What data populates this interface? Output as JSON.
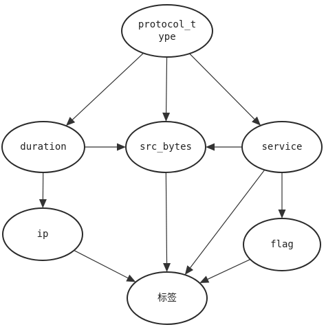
{
  "diagram": {
    "nodes": [
      {
        "id": "protocol_type",
        "lines": [
          "protocol_t",
          "ype"
        ]
      },
      {
        "id": "duration",
        "lines": [
          "duration"
        ]
      },
      {
        "id": "src_bytes",
        "lines": [
          "src_bytes"
        ]
      },
      {
        "id": "service",
        "lines": [
          "service"
        ]
      },
      {
        "id": "ip",
        "lines": [
          "ip"
        ]
      },
      {
        "id": "flag",
        "lines": [
          "flag"
        ]
      },
      {
        "id": "label",
        "lines": [
          "标签"
        ]
      }
    ],
    "edges": [
      {
        "from": "protocol_type",
        "to": "duration"
      },
      {
        "from": "protocol_type",
        "to": "src_bytes"
      },
      {
        "from": "protocol_type",
        "to": "service"
      },
      {
        "from": "duration",
        "to": "src_bytes"
      },
      {
        "from": "service",
        "to": "src_bytes"
      },
      {
        "from": "duration",
        "to": "ip"
      },
      {
        "from": "src_bytes",
        "to": "label"
      },
      {
        "from": "ip",
        "to": "label"
      },
      {
        "from": "service",
        "to": "flag"
      },
      {
        "from": "service",
        "to": "label"
      },
      {
        "from": "flag",
        "to": "label"
      }
    ]
  }
}
